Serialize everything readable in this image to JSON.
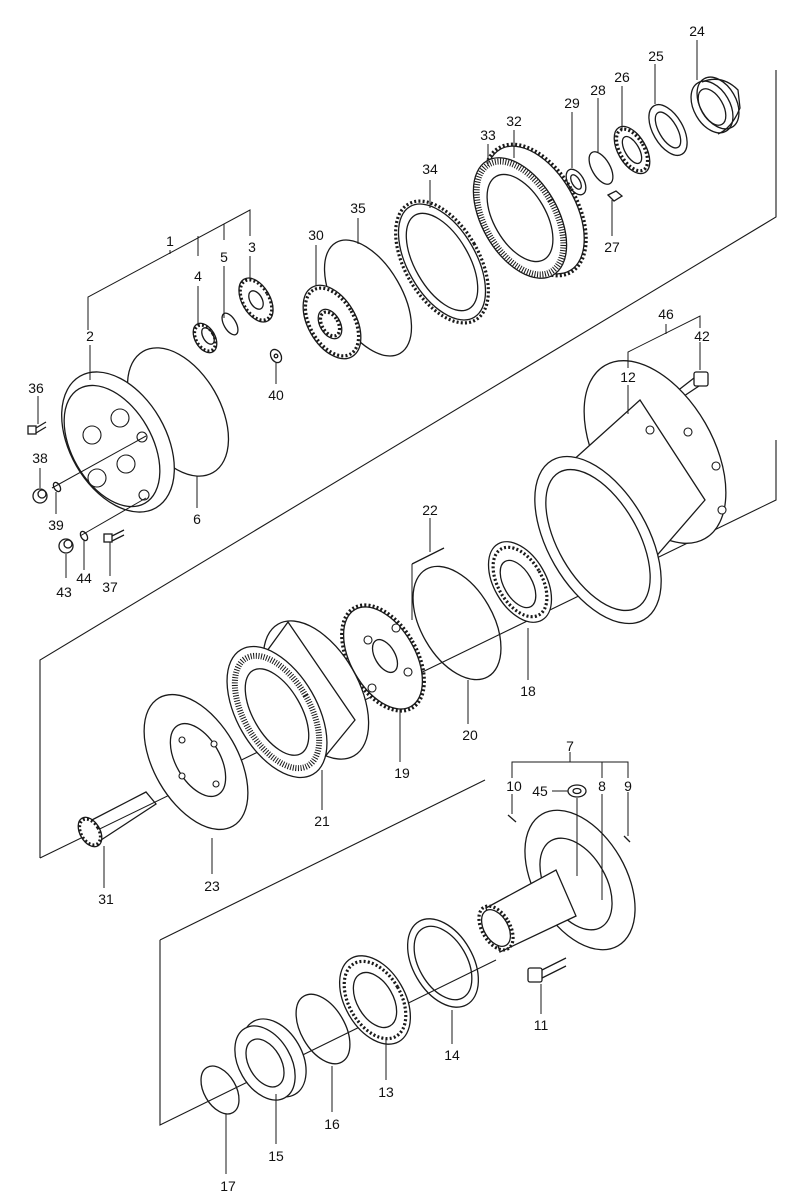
{
  "diagram": {
    "type": "exploded-parts-diagram",
    "line_color": "#1a1a1a",
    "background": "#ffffff",
    "callouts": [
      {
        "id": "c1",
        "label": "1"
      },
      {
        "id": "c2",
        "label": "2"
      },
      {
        "id": "c3",
        "label": "3"
      },
      {
        "id": "c4",
        "label": "4"
      },
      {
        "id": "c5",
        "label": "5"
      },
      {
        "id": "c6",
        "label": "6"
      },
      {
        "id": "c7",
        "label": "7"
      },
      {
        "id": "c8",
        "label": "8"
      },
      {
        "id": "c9",
        "label": "9"
      },
      {
        "id": "c10",
        "label": "10"
      },
      {
        "id": "c11",
        "label": "11"
      },
      {
        "id": "c12",
        "label": "12"
      },
      {
        "id": "c13",
        "label": "13"
      },
      {
        "id": "c14",
        "label": "14"
      },
      {
        "id": "c15",
        "label": "15"
      },
      {
        "id": "c16",
        "label": "16"
      },
      {
        "id": "c17",
        "label": "17"
      },
      {
        "id": "c18",
        "label": "18"
      },
      {
        "id": "c19",
        "label": "19"
      },
      {
        "id": "c20",
        "label": "20"
      },
      {
        "id": "c21",
        "label": "21"
      },
      {
        "id": "c22",
        "label": "22"
      },
      {
        "id": "c23",
        "label": "23"
      },
      {
        "id": "c24",
        "label": "24"
      },
      {
        "id": "c25",
        "label": "25"
      },
      {
        "id": "c26",
        "label": "26"
      },
      {
        "id": "c27",
        "label": "27"
      },
      {
        "id": "c28",
        "label": "28"
      },
      {
        "id": "c29",
        "label": "29"
      },
      {
        "id": "c30",
        "label": "30"
      },
      {
        "id": "c31",
        "label": "31"
      },
      {
        "id": "c32",
        "label": "32"
      },
      {
        "id": "c33",
        "label": "33"
      },
      {
        "id": "c34",
        "label": "34"
      },
      {
        "id": "c35",
        "label": "35"
      },
      {
        "id": "c36",
        "label": "36"
      },
      {
        "id": "c37",
        "label": "37"
      },
      {
        "id": "c38",
        "label": "38"
      },
      {
        "id": "c39",
        "label": "39"
      },
      {
        "id": "c40",
        "label": "40"
      },
      {
        "id": "c42",
        "label": "42"
      },
      {
        "id": "c43",
        "label": "43"
      },
      {
        "id": "c44",
        "label": "44"
      },
      {
        "id": "c45",
        "label": "45"
      },
      {
        "id": "c46",
        "label": "46"
      }
    ]
  }
}
